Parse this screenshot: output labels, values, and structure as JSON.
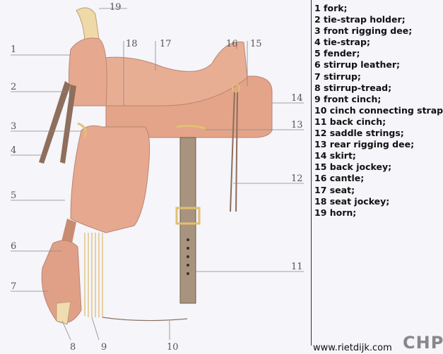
{
  "legend": [
    "1 fork;",
    "2 tie-strap holder;",
    "3 front rigging dee;",
    "4 tie-strap;",
    "5 fender;",
    "6 stirrup leather;",
    "7 stirrup;",
    "8 stirrup-tread;",
    "9 front cinch;",
    "10 cinch connecting strap;",
    "11 back cinch;",
    "12 saddle strings;",
    "13 rear rigging dee;",
    "14 skirt;",
    "15 back jockey;",
    "16 cantle;",
    "17 seat;",
    "18 seat jockey;",
    "19 horn;"
  ],
  "callouts": [
    "1",
    "2",
    "3",
    "4",
    "5",
    "6",
    "7",
    "8",
    "9",
    "10",
    "11",
    "12",
    "13",
    "14",
    "15",
    "16",
    "17",
    "18",
    "19"
  ],
  "credit": "www.rietdijk.com",
  "logo": "CHP",
  "colors": {
    "leather": "#e6a98f",
    "leather_dark": "#c98b72",
    "strap": "#b09078",
    "background": "#f5f5fa"
  }
}
